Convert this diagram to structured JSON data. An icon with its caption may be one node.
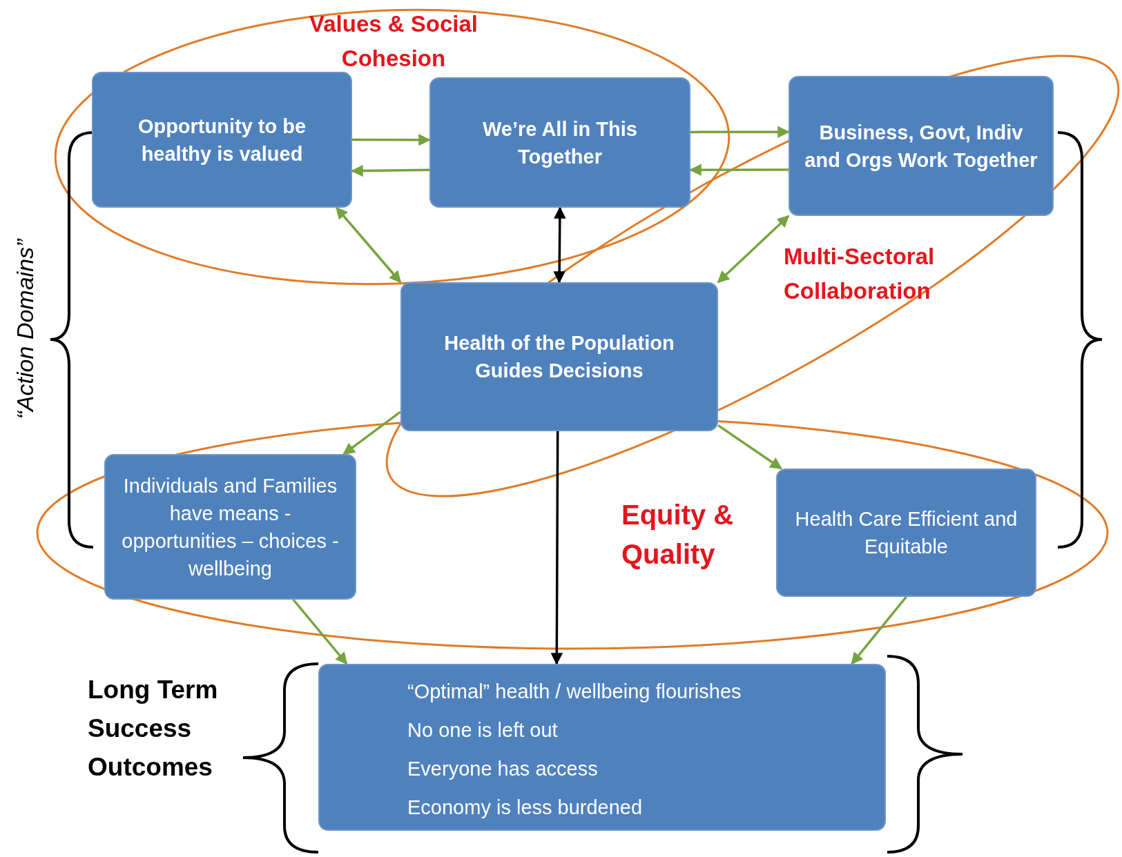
{
  "diagram": {
    "nodes": [
      {
        "text": [
          "Opportunity to be healthy is valued"
        ]
      },
      {
        "text": [
          "We’re All in This Together"
        ]
      },
      {
        "text": [
          "Business, Govt, Indiv and Orgs Work Together"
        ]
      },
      {
        "text": [
          "Health of the Population Guides Decisions"
        ]
      },
      {
        "text": [
          "Individuals and Families have means - opportunities – choices - wellbeing"
        ]
      },
      {
        "text": [
          "Health Care Efficient and Equitable"
        ]
      },
      {
        "text": [
          "“Optimal” health / wellbeing flourishes",
          "No one is left out",
          "Everyone has access",
          "Economy is less burdened"
        ]
      }
    ],
    "edges": [
      {
        "from": 0,
        "to": 1,
        "arrow": "to"
      },
      {
        "from": 1,
        "to": 0,
        "arrow": "to"
      },
      {
        "from": 1,
        "to": 2,
        "arrow": "to"
      },
      {
        "from": 2,
        "to": 1,
        "arrow": "to"
      },
      {
        "from": 0,
        "to": 3,
        "arrow": "both"
      },
      {
        "from": 1,
        "to": 3,
        "arrow": "both",
        "color": "#000000"
      },
      {
        "from": 2,
        "to": 3,
        "arrow": "both"
      },
      {
        "from": 3,
        "to": 4,
        "arrow": "to"
      },
      {
        "from": 3,
        "to": 5,
        "arrow": "to"
      },
      {
        "from": 3,
        "to": 6,
        "arrow": "to",
        "color": "#000000"
      },
      {
        "from": 4,
        "to": 6,
        "arrow": "to"
      },
      {
        "from": 5,
        "to": 6,
        "arrow": "to"
      }
    ],
    "labels": [
      "Values & Social Cohesion",
      "Multi-Sectoral Collaboration",
      "Equity & Quality",
      "“Action Domains”",
      "Long Term Success Outcomes"
    ]
  }
}
